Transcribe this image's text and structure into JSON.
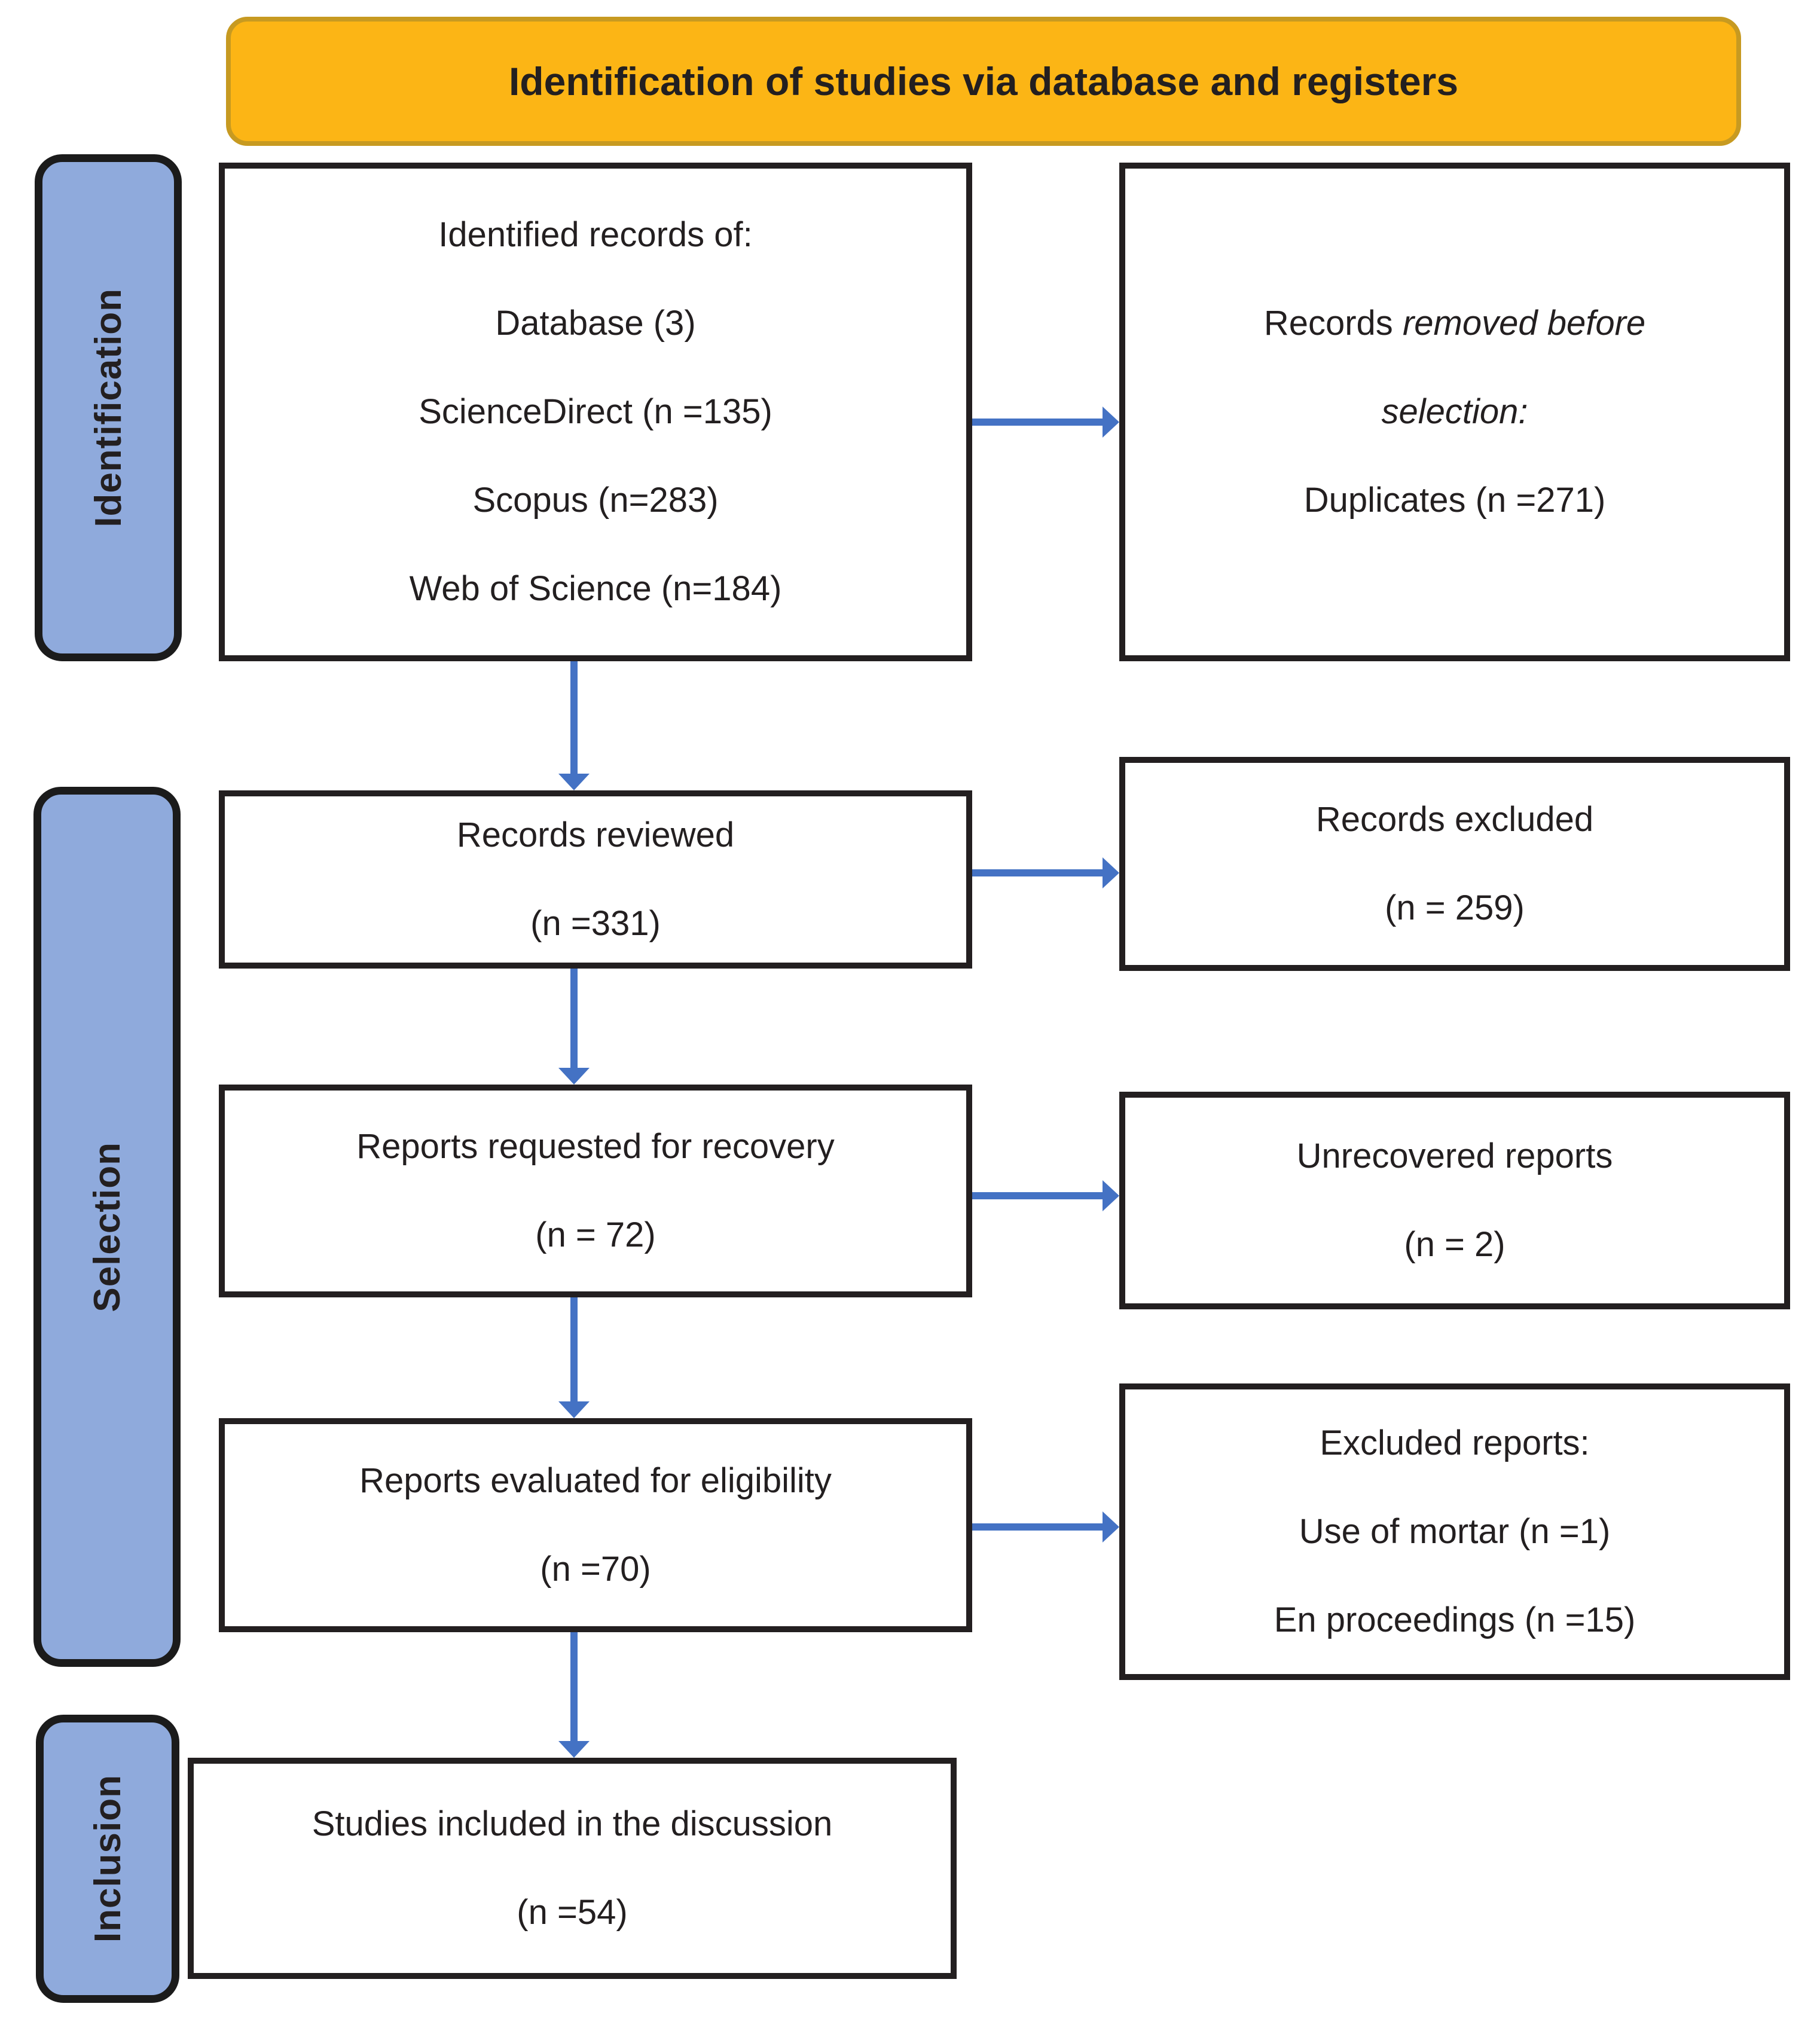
{
  "banner": {
    "label": "Identification of studies via database and registers"
  },
  "colors": {
    "banner_fill": "#FCB515",
    "banner_border": "#C79A21",
    "tab_fill": "#8FAADC",
    "arrow": "#4472C4",
    "box_border": "#231F20"
  },
  "stages": [
    {
      "label": "Identification"
    },
    {
      "label": "Selection"
    },
    {
      "label": "Inclusion"
    }
  ],
  "boxes": {
    "identified": {
      "lines": [
        "Identified records of:",
        "Database (3)",
        "ScienceDirect (n =135)",
        "Scopus (n=283)",
        "Web of Science (n=184)"
      ]
    },
    "removed": {
      "normal_part": "Records",
      "italic_part": "removed before",
      "italic_line": "selection:",
      "count_line": "Duplicates (n =271)"
    },
    "reviewed": {
      "lines": [
        "Records reviewed",
        "(n =331)"
      ]
    },
    "excluded": {
      "lines": [
        "Records excluded",
        "(n = 259)"
      ]
    },
    "requested": {
      "lines": [
        "Reports requested for recovery",
        "(n = 72)"
      ]
    },
    "unrecovered": {
      "lines": [
        "Unrecovered reports",
        "(n = 2)"
      ]
    },
    "evaluated": {
      "lines": [
        "Reports evaluated for eligibility",
        "(n =70)"
      ]
    },
    "excluded_reports": {
      "lines": [
        "Excluded reports:",
        "Use of mortar (n =1)",
        "En proceedings (n =15)"
      ]
    },
    "included": {
      "lines": [
        "Studies included in the discussion",
        "(n =54)"
      ]
    }
  }
}
